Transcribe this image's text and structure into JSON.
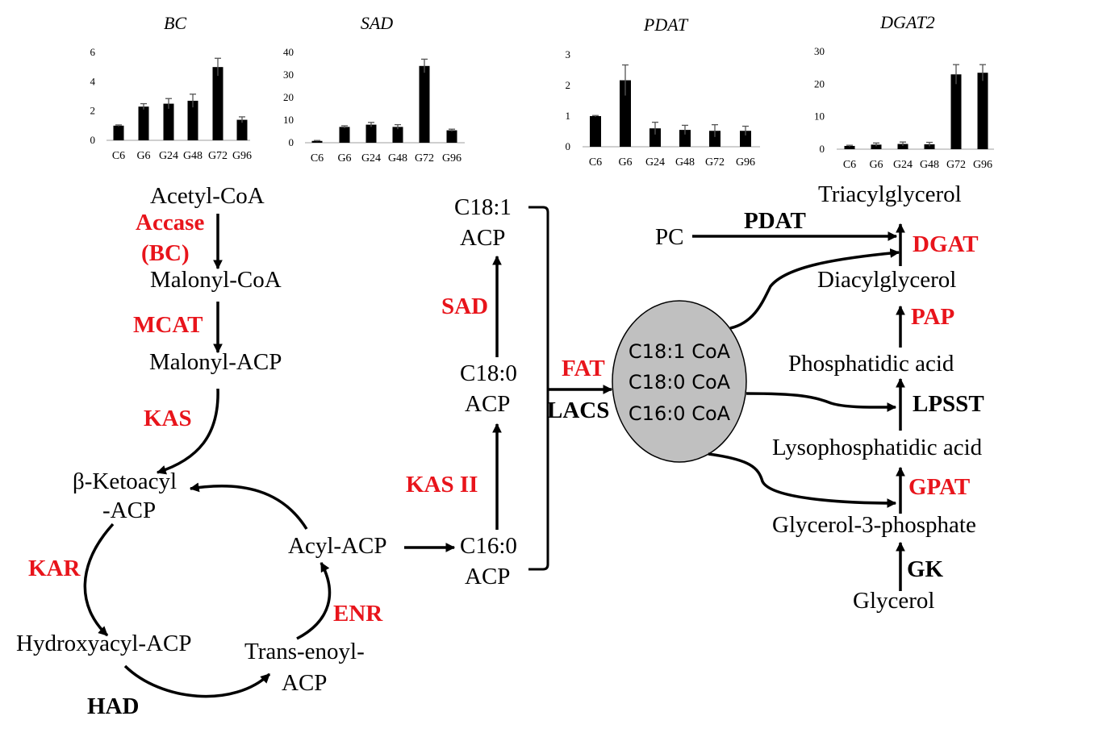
{
  "colors": {
    "enzyme_red": "#e8141b",
    "text": "#000000",
    "pool_fill": "#c0c0c0",
    "bar": "#000000"
  },
  "chart_data": [
    {
      "type": "bar",
      "title": "BC",
      "categories": [
        "C6",
        "G6",
        "G24",
        "G48",
        "G72",
        "G96"
      ],
      "values": [
        1.0,
        2.3,
        2.5,
        2.7,
        5.0,
        1.4
      ],
      "errors": [
        0.05,
        0.2,
        0.35,
        0.45,
        0.6,
        0.2
      ],
      "ylim": [
        0,
        6
      ],
      "yticks": [
        0,
        2,
        4,
        6
      ]
    },
    {
      "type": "bar",
      "title": "SAD",
      "categories": [
        "C6",
        "G6",
        "G24",
        "G48",
        "G72",
        "G96"
      ],
      "values": [
        0.8,
        7.0,
        8.0,
        7.0,
        34.0,
        5.5
      ],
      "errors": [
        0.2,
        0.5,
        1.0,
        1.0,
        3.0,
        0.5
      ],
      "ylim": [
        0,
        40
      ],
      "yticks": [
        0,
        10,
        20,
        30,
        40
      ]
    },
    {
      "type": "bar",
      "title": "PDAT",
      "categories": [
        "C6",
        "G6",
        "G24",
        "G48",
        "G72",
        "G96"
      ],
      "values": [
        1.0,
        2.17,
        0.6,
        0.55,
        0.52,
        0.52
      ],
      "errors": [
        0.02,
        0.5,
        0.2,
        0.15,
        0.2,
        0.15
      ],
      "ylim": [
        0,
        3
      ],
      "yticks": [
        0,
        1,
        2,
        3
      ]
    },
    {
      "type": "bar",
      "title": "DGAT2",
      "categories": [
        "C6",
        "G6",
        "G24",
        "G48",
        "G72",
        "G96"
      ],
      "values": [
        1.0,
        1.4,
        1.6,
        1.5,
        23.0,
        23.5
      ],
      "errors": [
        0.2,
        0.5,
        0.6,
        0.6,
        3.0,
        2.5
      ],
      "ylim": [
        0,
        30
      ],
      "yticks": [
        0,
        10,
        20,
        30
      ]
    }
  ],
  "pathway": {
    "metabolites": {
      "acetyl_coa": "Acetyl-CoA",
      "malonyl_coa": "Malonyl-CoA",
      "malonyl_acp": "Malonyl-ACP",
      "ketoacyl_1": "β-Ketoacyl",
      "ketoacyl_2": "-ACP",
      "hydroxyacyl": "Hydroxyacyl-ACP",
      "transenoyl_1": "Trans-enoyl-",
      "transenoyl_2": "ACP",
      "acyl_acp": "Acyl-ACP",
      "c16_1": "C16:0",
      "c16_2": "ACP",
      "c18_0_1": "C18:0",
      "c18_0_2": "ACP",
      "c18_1_1": "C18:1",
      "c18_1_2": "ACP",
      "pool_1": "C18:1 CoA",
      "pool_2": "C18:0 CoA",
      "pool_3": "C16:0 CoA",
      "tag": "Triacylglycerol",
      "pc": "PC",
      "dag": "Diacylglycerol",
      "pa": "Phosphatidic acid",
      "lpa": "Lysophosphatidic acid",
      "g3p": "Glycerol-3-phosphate",
      "glycerol": "Glycerol"
    },
    "enzymes_red": {
      "accase_1": "Accase",
      "accase_2": "(BC)",
      "mcat": "MCAT",
      "kas": "KAS",
      "kar": "KAR",
      "enr": "ENR",
      "kas_ii": "KAS II",
      "sad": "SAD",
      "fat": "FAT",
      "dgat": "DGAT",
      "pap": "PAP",
      "gpat": "GPAT"
    },
    "enzymes_black": {
      "had": "HAD",
      "lacs": "LACS",
      "pdat": "PDAT",
      "lpsst": "LPSST",
      "gk": "GK"
    }
  }
}
